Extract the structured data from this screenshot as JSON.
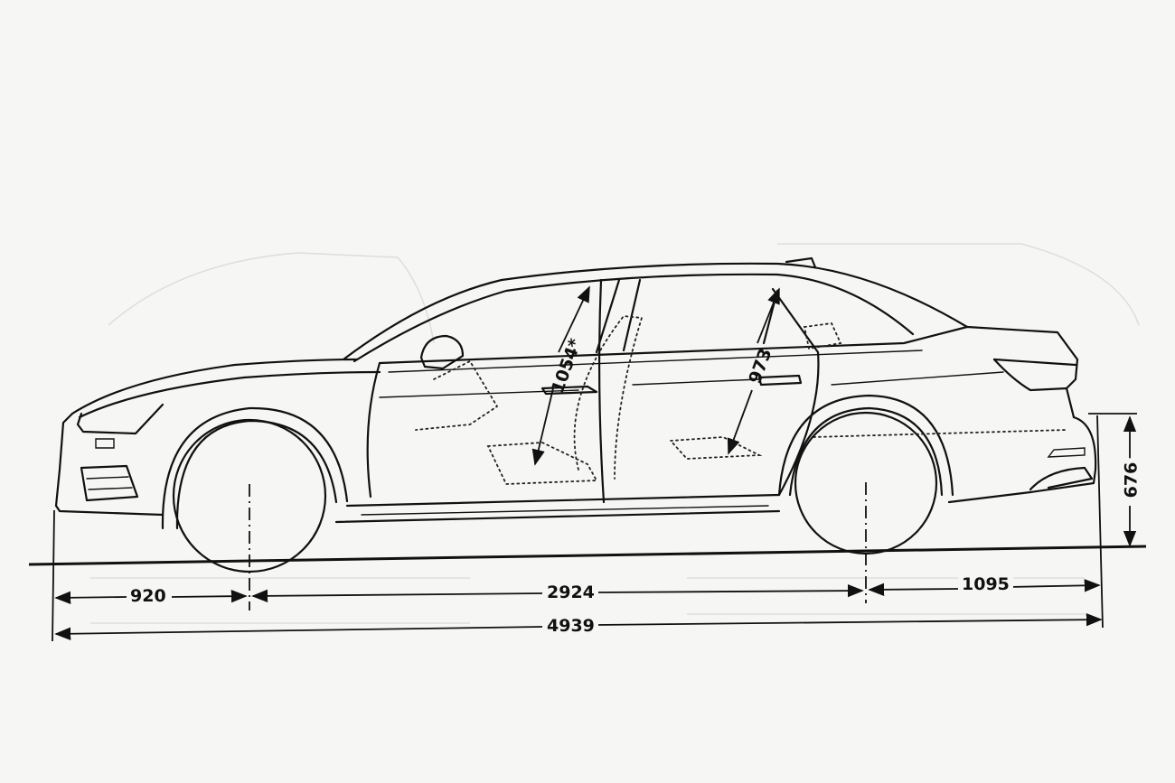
{
  "drawing": {
    "subject": "sedan side elevation dimension drawing",
    "units": "mm",
    "colors": {
      "line": "#111111",
      "background": "#f6f6f4"
    }
  },
  "dimensions": {
    "front_overhang": "920",
    "wheelbase": "2924",
    "rear_overhang": "1095",
    "overall_length": "4939",
    "rear_height_to_ground": "676",
    "front_headroom": "1054*",
    "rear_headroom": "973"
  }
}
